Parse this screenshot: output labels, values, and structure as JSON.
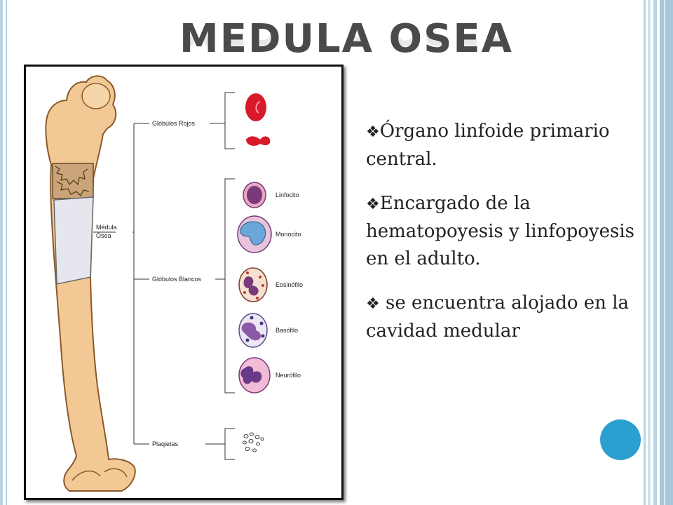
{
  "slide": {
    "title": "MEDULA  OSEA",
    "bullet_marker": "❖",
    "bullets": [
      "Órgano linfoide primario central.",
      "Encargado de la hematopoyesis y linfopoyesis en el adulto.",
      " se encuentra alojado en la cavidad medular"
    ]
  },
  "diagram": {
    "root_label_line1": "Médula",
    "root_label_line2": "Ósea",
    "branch_red": "Glóbulos Rojos",
    "branch_white": "Glóbulos Blancos",
    "branch_platelets": "Plaqietas",
    "white_cells": [
      "Linfocito",
      "Monocito",
      "Eosinófilo",
      "Basófilo",
      "Neurófilo"
    ],
    "colors": {
      "bone": "#f2c994",
      "marrow": "#e6e6ee",
      "red_cell": "#d8192a",
      "cell_purple": "#7a3a7a",
      "cell_pink": "#e8a8c4",
      "cell_blue": "#6aa6d8"
    }
  },
  "decor": {
    "accent": "#2a9fd0",
    "frame": "#b9d4e4"
  }
}
